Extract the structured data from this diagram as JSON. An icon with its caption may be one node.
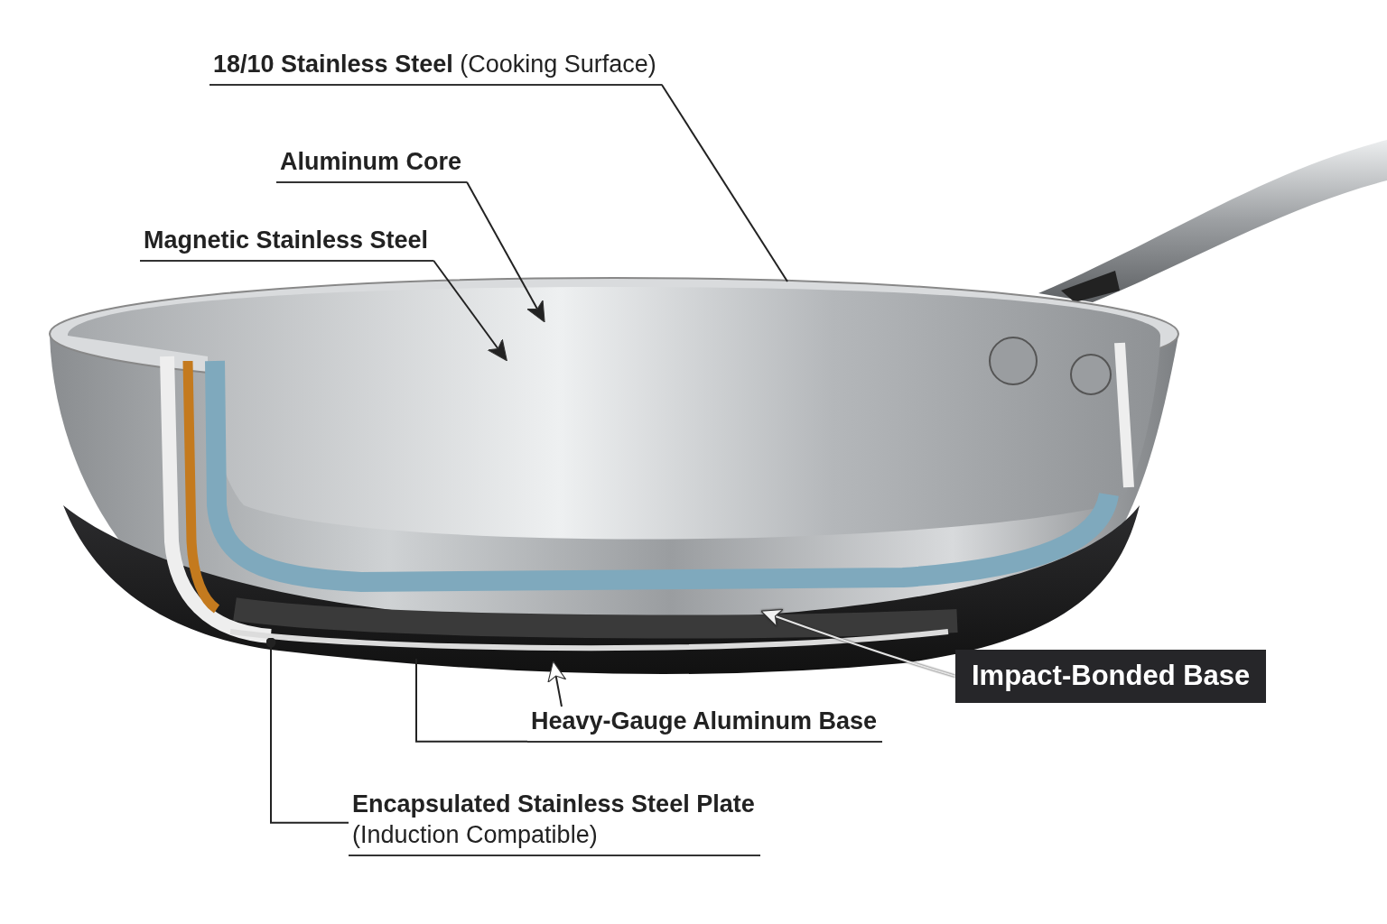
{
  "diagram": {
    "nodes": [
      {
        "text": [
          "**18/10 Stainless Steel** (Cooking Surface)"
        ]
      },
      {
        "text": [
          "Aluminum Core"
        ]
      },
      {
        "text": [
          "Magnetic Stainless Steel"
        ]
      },
      {
        "text": [
          "Impact-Bonded Base"
        ]
      },
      {
        "text": [
          "Heavy-Gauge Aluminum Base"
        ]
      },
      {
        "text": [
          "Encapsulated Stainless Steel Plate",
          "(Induction Compatible)"
        ]
      }
    ],
    "edges": [
      {
        "from": 0,
        "to": null,
        "arrow": "none"
      },
      {
        "from": 1,
        "to": null,
        "arrow": "to"
      },
      {
        "from": 2,
        "to": null,
        "arrow": "to"
      },
      {
        "from": 3,
        "to": null,
        "arrow": "to",
        "color": "#e6e6e6"
      },
      {
        "from": 4,
        "to": null,
        "arrow": "to"
      },
      {
        "from": 4,
        "to": null,
        "arrow": "none"
      },
      {
        "from": 5,
        "to": null,
        "arrow": "other"
      }
    ]
  }
}
